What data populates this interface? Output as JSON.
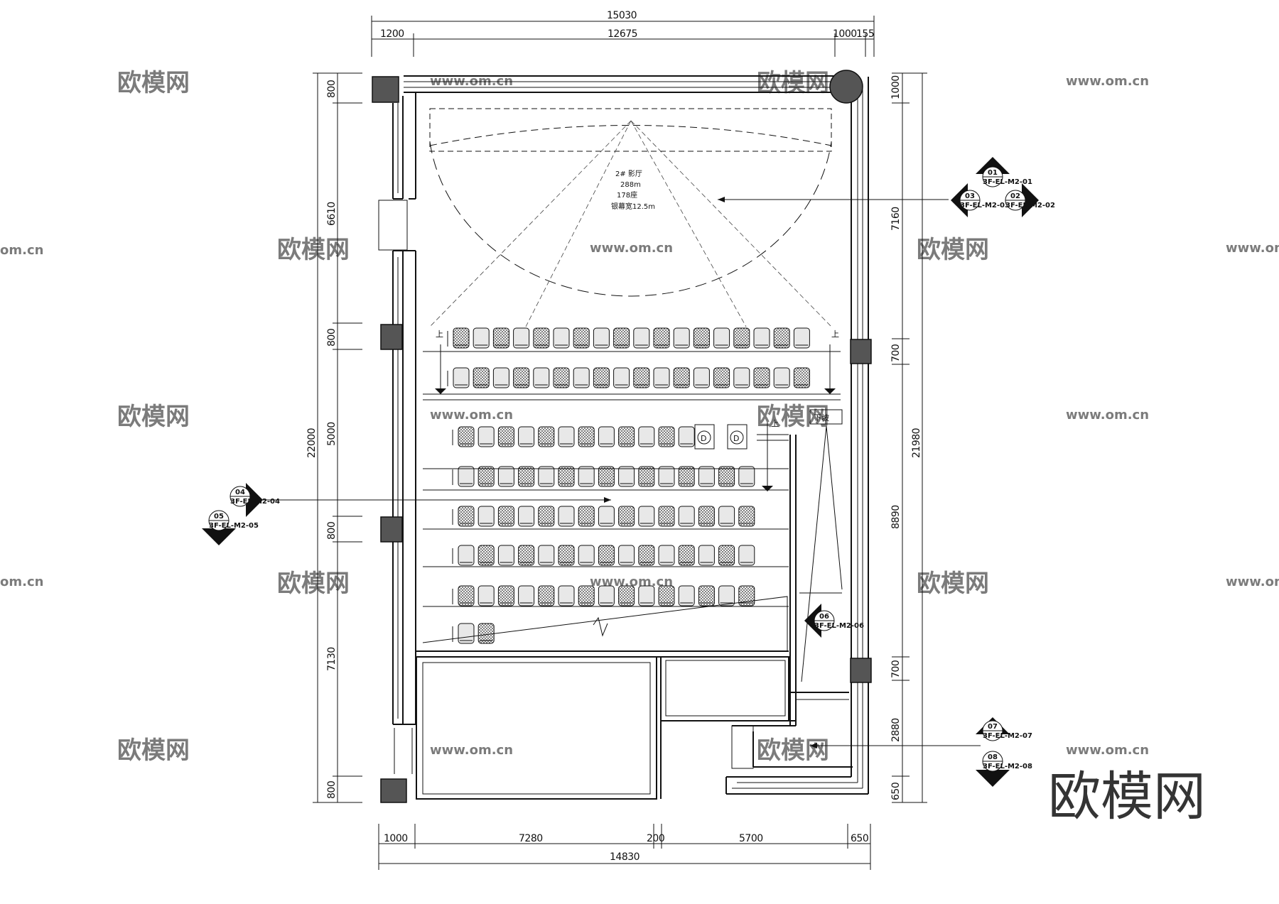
{
  "drawing": {
    "hall_name": "2# 影厅",
    "area": "288m",
    "seats": "178座",
    "screen": "银幕宽12.5m",
    "ramp_label": "下坡",
    "step_mark": "上",
    "disabled_mark": "D"
  },
  "dims": {
    "top_total": "15030",
    "top_parts": [
      "1200",
      "12675",
      "1000",
      "155"
    ],
    "bottom_total": "14830",
    "bottom_parts": [
      "1000",
      "7280",
      "200",
      "5700",
      "650"
    ],
    "left_total": "22000",
    "left_parts": [
      "800",
      "6610",
      "800",
      "5000",
      "800",
      "7130",
      "800"
    ],
    "right_total": "21980",
    "right_parts": [
      "1000",
      "7160",
      "700",
      "8890",
      "700",
      "2880",
      "650"
    ]
  },
  "section_tags": [
    {
      "id": "01",
      "ref": "3F-EL-M2-01"
    },
    {
      "id": "02",
      "ref": "3F-EL-M2-02"
    },
    {
      "id": "03",
      "ref": "3F-EL-M2-03"
    },
    {
      "id": "04",
      "ref": "3F-EL-M2-04"
    },
    {
      "id": "05",
      "ref": "3F-EL-M2-05"
    },
    {
      "id": "06",
      "ref": "3F-EL-M2-06"
    },
    {
      "id": "07",
      "ref": "3F-EL-M2-07"
    },
    {
      "id": "08",
      "ref": "3F-EL-M2-08"
    }
  ],
  "watermark": {
    "brand": "欧模网",
    "url": "www.om.cn",
    "url_short": "om.cn"
  }
}
